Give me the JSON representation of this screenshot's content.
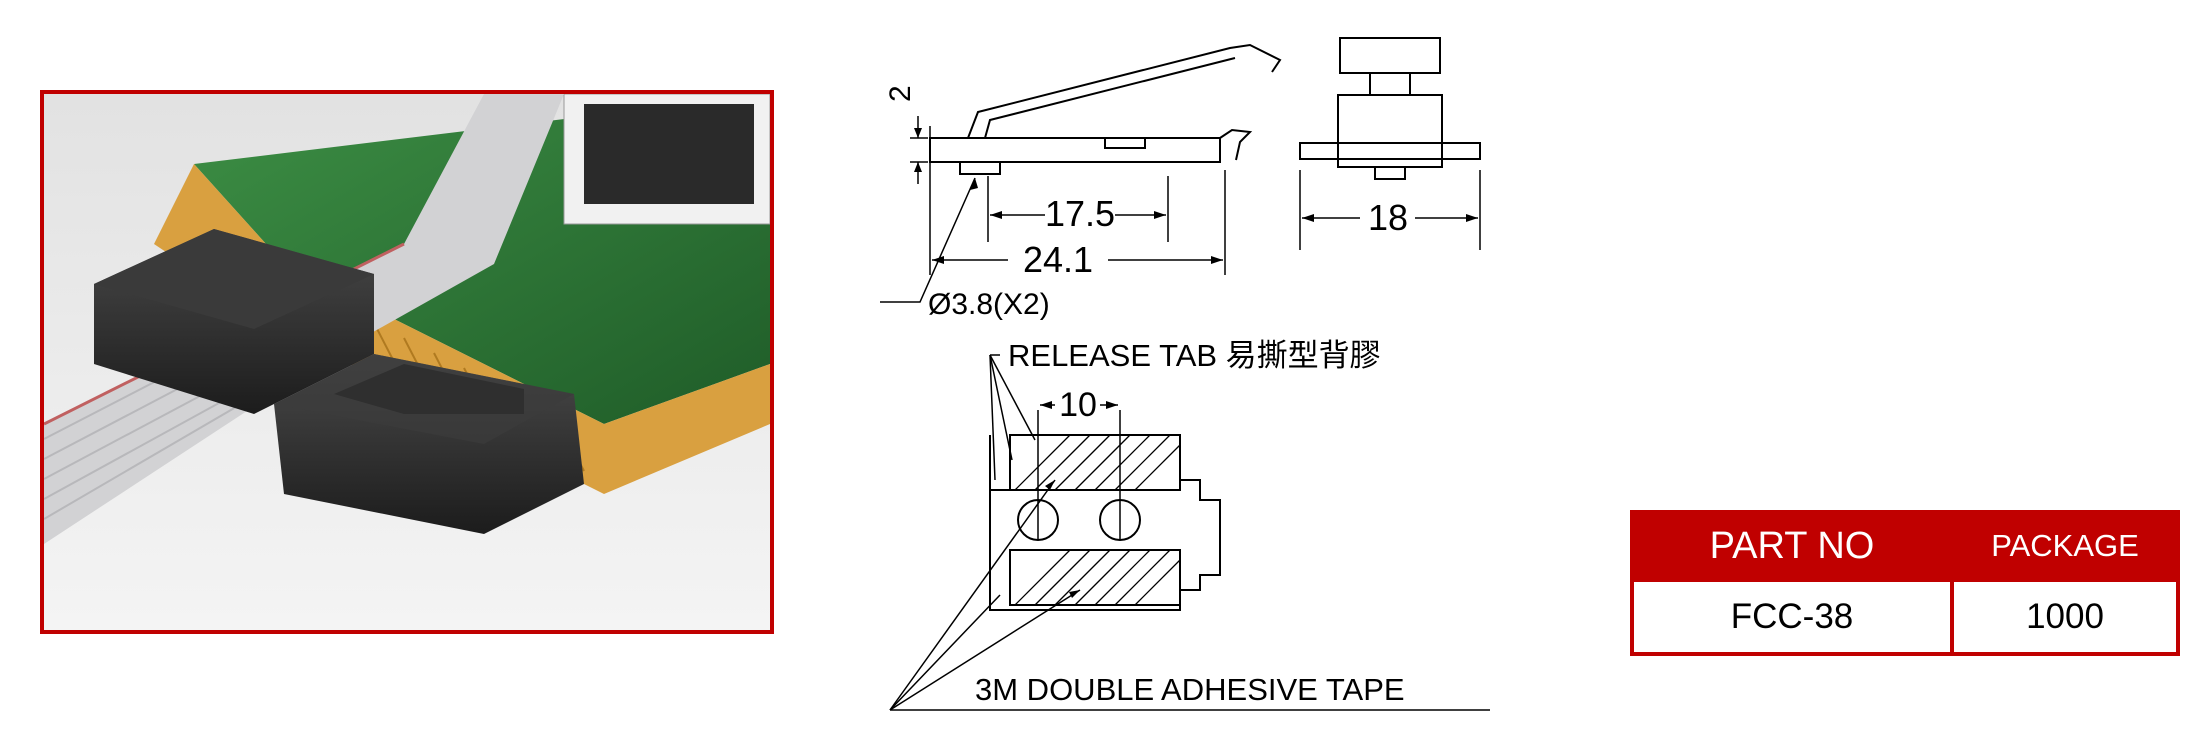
{
  "drawing": {
    "dim_height": "2",
    "dim_hole_spacing": "17.5",
    "dim_length": "24.1",
    "dim_width": "18",
    "dim_hole_diameter": "Ø3.8(X2)",
    "label_release_tab": "RELEASE  TAB 易撕型背膠",
    "dim_tab": "10",
    "label_tape": "3M  DOUBLE  ADHESIVE  TAPE"
  },
  "table": {
    "headers": [
      "PART NO",
      "PACKAGE"
    ],
    "rows": [
      [
        "FCC-38",
        "1000"
      ]
    ]
  },
  "colors": {
    "accent": "#c00000",
    "clip_body": "#2b2b2b",
    "pcb": "#2f7a3a"
  }
}
